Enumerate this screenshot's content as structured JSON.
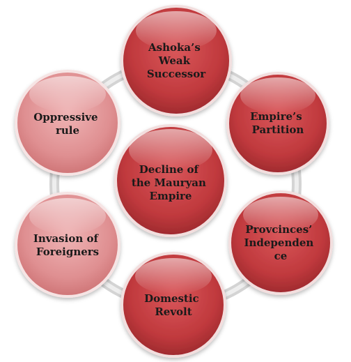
{
  "diagram": {
    "type": "cycle",
    "center": {
      "lines": [
        "Decline of",
        "the Mauryan",
        "Empire"
      ]
    },
    "nodes": [
      {
        "id": "weak-successor",
        "lines": [
          "Ashoka’s",
          "Weak",
          "Successor"
        ]
      },
      {
        "id": "partition",
        "lines": [
          "Empire’s",
          "Partition"
        ]
      },
      {
        "id": "provinces-independence",
        "lines": [
          "Provcinces’",
          "Independen",
          "ce"
        ]
      },
      {
        "id": "domestic-revolt",
        "lines": [
          "Domestic",
          "Revolt"
        ]
      },
      {
        "id": "invasion",
        "lines": [
          "Invasion of",
          "Foreigners"
        ]
      },
      {
        "id": "oppressive-rule",
        "lines": [
          "Oppressive",
          "rule"
        ]
      }
    ]
  },
  "colors": {
    "node_fill": "#c0393d",
    "node_light": "#e58a8c",
    "ring": "#d9d9d9",
    "text": "#1a1a1a"
  }
}
